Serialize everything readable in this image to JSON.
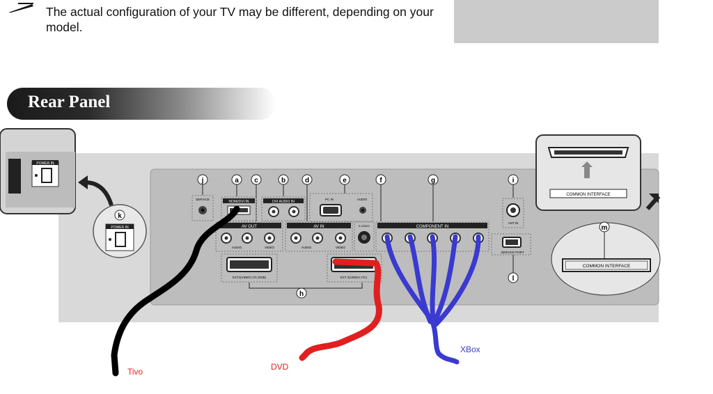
{
  "note": {
    "text": "The actual configuration of your TV may be different, depending on your model."
  },
  "section_title": "Rear Panel",
  "inset_left": {
    "label": "POWER IN"
  },
  "callout_k": {
    "letter": "k",
    "label": "POWER IN"
  },
  "markers": [
    "j",
    "a",
    "c",
    "b",
    "d",
    "e",
    "f",
    "g",
    "i",
    "h",
    "l",
    "m"
  ],
  "ports": {
    "service": "SERVICE",
    "hdmi": "HDMI/DVI IN",
    "dvi_audio": "DVI AUDIO IN",
    "pc_in": "PC IN",
    "audio": "AUDIO",
    "av_out": "AV OUT",
    "av_in": "AV IN",
    "svideo": "S-VIDEO",
    "component_in": "COMPONENT IN",
    "ant_in": "ANT IN",
    "service_port": "SERVICE PORT",
    "ext1": "EXT1(VIDEO,Y/C,RGB)",
    "ext2": "EXT 2(VIDEO,Y/C)",
    "audio_sub": "AUDIO",
    "video_sub": "VIDEO"
  },
  "common_interface": "COMMON INTERFACE",
  "annotations": {
    "tivo": "Tivo",
    "dvd": "DVD",
    "xbox": "XBox"
  },
  "colors": {
    "tivo": "#000000",
    "dvd": "#e02020",
    "xbox": "#3a3ad0"
  }
}
